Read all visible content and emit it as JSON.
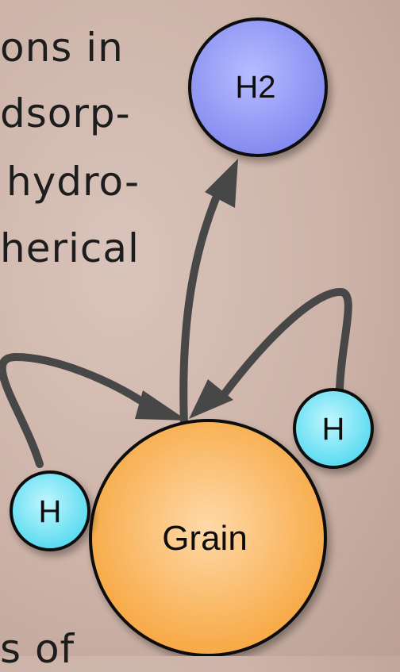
{
  "background_text": {
    "line1": "ons  in",
    "line2": "dsorp-",
    "line3": "hydro-",
    "line4": "herical",
    "line5": "s  of"
  },
  "nodes": {
    "h2": {
      "label": "H2",
      "color": "#8f95f2"
    },
    "grain": {
      "label": "Grain",
      "color": "#f7a63f"
    },
    "h_left": {
      "label": "H",
      "color": "#5fe0f2"
    },
    "h_right": {
      "label": "H",
      "color": "#5fe0f2"
    }
  },
  "arrow_color": "#474747"
}
